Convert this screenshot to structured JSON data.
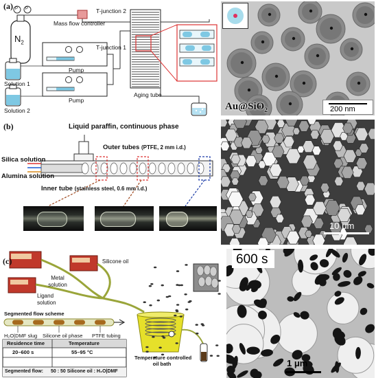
{
  "panel_a": {
    "tag": "(a)",
    "n2": "N",
    "n2_sub": "2",
    "mass_flow_controller": "Mass flow controller",
    "t_junction_2": "T-junction 2",
    "t_junction_1": "T-junction 1",
    "pump_top": "Pump",
    "pump_bottom": "Pump",
    "solution_1": "Solution 1",
    "solution_2": "Solution 2",
    "aging_tube": "Aging tube",
    "micro_label": "Au@SiO",
    "micro_label_sub": "2",
    "scale": "200 nm",
    "gauge_letter": "P"
  },
  "panel_b": {
    "tag": "(b)",
    "liquid_paraffin": "Liquid paraffin, continuous phase",
    "outer_tubes_prefix": "Outer tubes ",
    "outer_tubes_spec": "(PTFE, 2 mm i.d.)",
    "silica_solution": "Silica solution",
    "alumina_solution": "Alumina solution",
    "inner_tube_prefix": "Inner tube ",
    "inner_tube_spec": "(stainless steel, 0.6 mm i.d.)",
    "scale": "10 μm"
  },
  "panel_c": {
    "tag": "(c)",
    "metal_solution": "Metal solution",
    "silicone_oil": "Silicone oil",
    "ligand_solution": "Ligand solution",
    "segmented_flow_scheme": "Segmented flow scheme",
    "h2o_dmf_slug": "H₂O|DMF slug",
    "silicone_oil_phase": "Silicone oil phase",
    "ptfe_tubing": "PTFE tubing",
    "table": {
      "col1_header": "Residence time",
      "col2_header": "Temperature",
      "col1_value": "20–600 s",
      "col2_value": "55–95 °C",
      "row3_label": "Segmented flow:",
      "row3_value": "50 : 50 Silicone oil : H₂O|DMF"
    },
    "bath_label_line1": "Temperature controlled",
    "bath_label_line2": "oil bath",
    "time_label": "600 s",
    "scale": "1 μm"
  },
  "colors": {
    "bath_yellow": "#e6e02a",
    "syringe_red": "#c0392b",
    "tube_olive": "#9aa53a",
    "liquid_blue": "#7ec8e3"
  }
}
